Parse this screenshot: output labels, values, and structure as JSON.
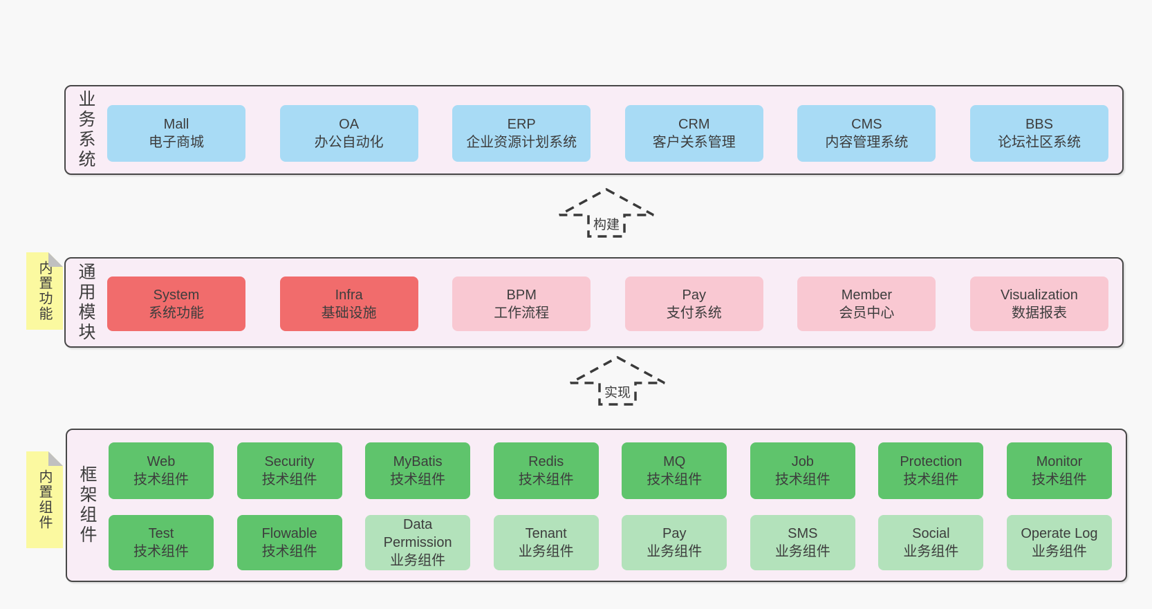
{
  "colors": {
    "page_bg": "#f8f8f8",
    "layer_bg": "#f9edf6",
    "layer_border": "#474747",
    "blue": "#a8dbf5",
    "red": "#f16c6c",
    "pink": "#f9c8d2",
    "green": "#5fc46c",
    "lightgreen": "#b3e2bb",
    "sticky_yellow": "#fbf9a0",
    "sticky_fold": "#c0c0c0",
    "text": "#3d3d3d"
  },
  "layers": [
    {
      "label": "业务系统",
      "rows": [
        [
          {
            "title": "Mall",
            "subtitle": "电子商城",
            "color": "blue"
          },
          {
            "title": "OA",
            "subtitle": "办公自动化",
            "color": "blue"
          },
          {
            "title": "ERP",
            "subtitle": "企业资源计划系统",
            "color": "blue"
          },
          {
            "title": "CRM",
            "subtitle": "客户关系管理",
            "color": "blue"
          },
          {
            "title": "CMS",
            "subtitle": "内容管理系统",
            "color": "blue"
          },
          {
            "title": "BBS",
            "subtitle": "论坛社区系统",
            "color": "blue"
          }
        ]
      ]
    },
    {
      "label": "通用模块",
      "sticky": "内置功能",
      "rows": [
        [
          {
            "title": "System",
            "subtitle": "系统功能",
            "color": "red"
          },
          {
            "title": "Infra",
            "subtitle": "基础设施",
            "color": "red"
          },
          {
            "title": "BPM",
            "subtitle": "工作流程",
            "color": "pink"
          },
          {
            "title": "Pay",
            "subtitle": "支付系统",
            "color": "pink"
          },
          {
            "title": "Member",
            "subtitle": "会员中心",
            "color": "pink"
          },
          {
            "title": "Visualization",
            "subtitle": "数据报表",
            "color": "pink"
          }
        ]
      ]
    },
    {
      "label": "框架组件",
      "sticky": "内置组件",
      "rows": [
        [
          {
            "title": "Web",
            "subtitle": "技术组件",
            "color": "green"
          },
          {
            "title": "Security",
            "subtitle": "技术组件",
            "color": "green"
          },
          {
            "title": "MyBatis",
            "subtitle": "技术组件",
            "color": "green"
          },
          {
            "title": "Redis",
            "subtitle": "技术组件",
            "color": "green"
          },
          {
            "title": "MQ",
            "subtitle": "技术组件",
            "color": "green"
          },
          {
            "title": "Job",
            "subtitle": "技术组件",
            "color": "green"
          },
          {
            "title": "Protection",
            "subtitle": "技术组件",
            "color": "green"
          },
          {
            "title": "Monitor",
            "subtitle": "技术组件",
            "color": "green"
          }
        ],
        [
          {
            "title": "Test",
            "subtitle": "技术组件",
            "color": "green"
          },
          {
            "title": "Flowable",
            "subtitle": "技术组件",
            "color": "green"
          },
          {
            "title": "Data Permission",
            "subtitle": "业务组件",
            "color": "lightgreen"
          },
          {
            "title": "Tenant",
            "subtitle": "业务组件",
            "color": "lightgreen"
          },
          {
            "title": "Pay",
            "subtitle": "业务组件",
            "color": "lightgreen"
          },
          {
            "title": "SMS",
            "subtitle": "业务组件",
            "color": "lightgreen"
          },
          {
            "title": "Social",
            "subtitle": "业务组件",
            "color": "lightgreen"
          },
          {
            "title": "Operate Log",
            "subtitle": "业务组件",
            "color": "lightgreen"
          }
        ]
      ]
    }
  ],
  "arrows": [
    {
      "label": "构建"
    },
    {
      "label": "实现"
    }
  ]
}
